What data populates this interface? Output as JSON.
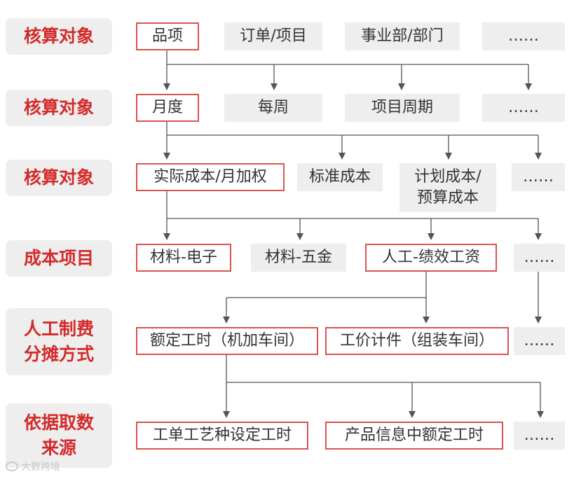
{
  "rows": [
    {
      "label": "核算对象",
      "items": [
        "品项",
        "订单/项目",
        "事业部/部门",
        "……"
      ]
    },
    {
      "label": "核算对象",
      "items": [
        "月度",
        "每周",
        "项目周期",
        "……"
      ]
    },
    {
      "label": "核算对象",
      "items": [
        "实际成本/月加权",
        "标准成本",
        "计划成本/预算成本",
        "……"
      ]
    },
    {
      "label": "成本项目",
      "items": [
        "材料-电子",
        "材料-五金",
        "人工-绩效工资",
        "……"
      ]
    },
    {
      "label": "人工制费分摊方式",
      "items": [
        "额定工时（机加车间）",
        "工价计件（组装车间）",
        "……"
      ]
    },
    {
      "label": "依据取数来源",
      "items": [
        "工单工艺种设定工时",
        "产品信息中额定工时",
        "……"
      ]
    }
  ],
  "watermark": "大数跨境",
  "colors": {
    "accent": "#d42a2a",
    "box_grey": "#eeeeee",
    "highlight_border": "#d9534f",
    "line": "#555555"
  }
}
